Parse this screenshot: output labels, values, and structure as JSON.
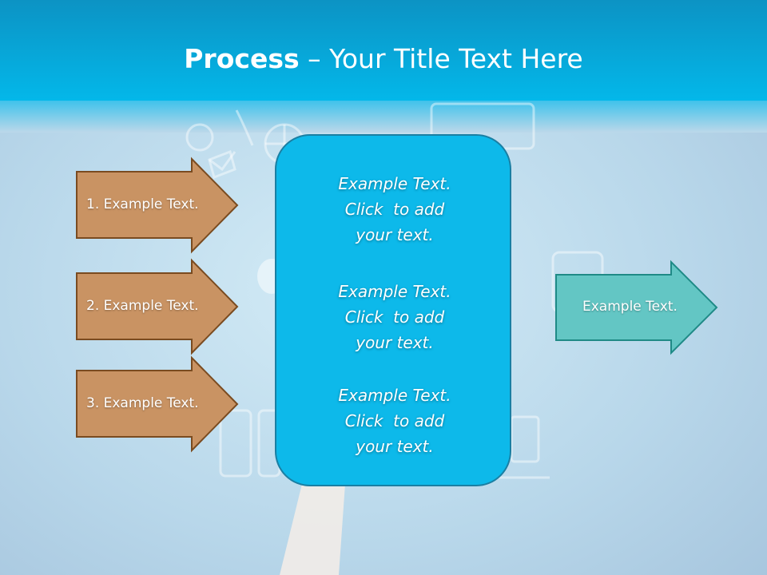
{
  "slide": {
    "title_bold": "Process",
    "title_rest": " – Your Title Text Here",
    "colors": {
      "header": "#00b4e6",
      "input_arrow_fill": "#c99363",
      "input_arrow_border": "#7a4b20",
      "center_box_fill": "#0db9ea",
      "output_arrow_fill": "#63c6c4",
      "output_arrow_border": "#1f8a86"
    }
  },
  "inputs": [
    {
      "label": "1. Example Text."
    },
    {
      "label": "2. Example Text."
    },
    {
      "label": "3. Example Text."
    }
  ],
  "center": {
    "blocks": [
      {
        "lines": [
          "Example Text.",
          "Click  to add",
          "your text."
        ]
      },
      {
        "lines": [
          "Example Text.",
          "Click  to add",
          "your text."
        ]
      },
      {
        "lines": [
          "Example Text.",
          "Click  to add",
          "your text."
        ]
      }
    ]
  },
  "output": {
    "label": "Example Text."
  }
}
